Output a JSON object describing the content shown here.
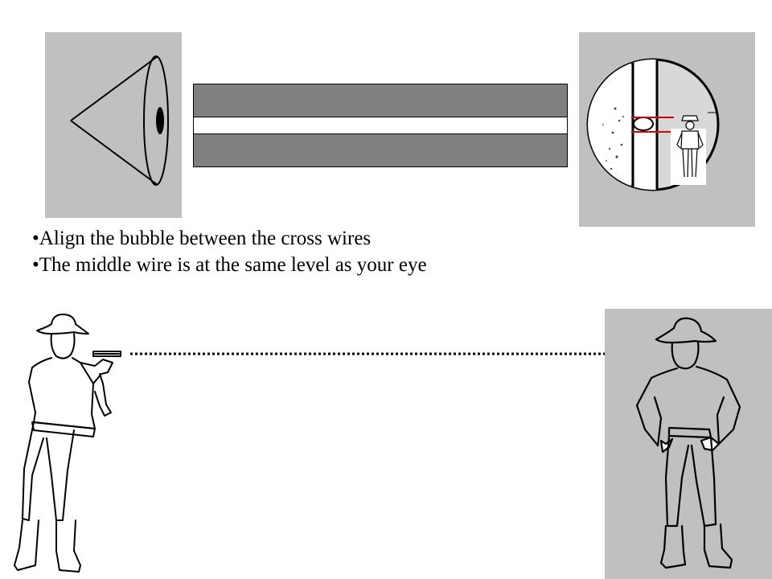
{
  "instructions": {
    "bullet_marker": "•",
    "items": [
      "Align the bubble between the cross wires",
      "The middle wire is at the same level as your eye"
    ]
  },
  "colors": {
    "panel_gray": "#c0c0c0",
    "tube_gray": "#808080",
    "cross_wire_red": "#e00000",
    "line_black": "#000000"
  },
  "icons": {
    "eye": "eye-icon",
    "scope_view": "level-sight-view",
    "observer": "surveyor-figure",
    "target": "target-figure",
    "sight_line": "dotted-arrow"
  }
}
